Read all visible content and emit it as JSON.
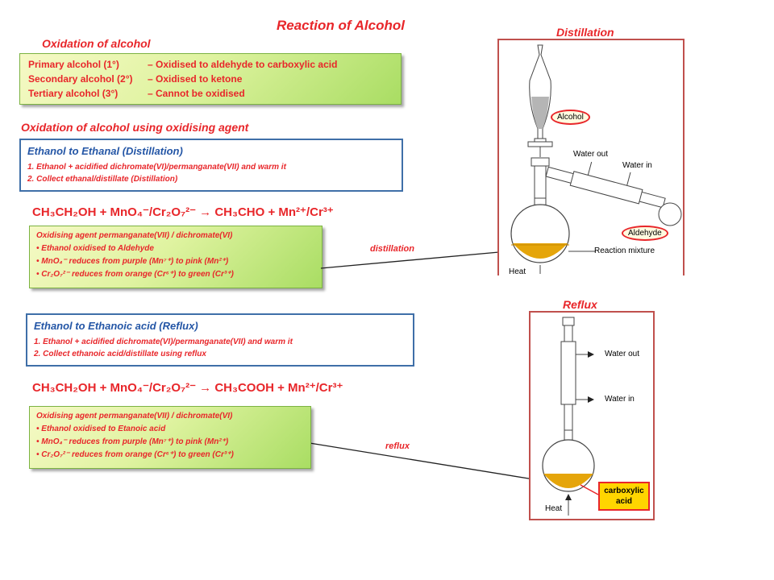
{
  "title": "Reaction of Alcohol",
  "oxidation": {
    "heading": "Oxidation of alcohol",
    "rows": [
      {
        "left": "Primary alcohol (1°)",
        "right": "–  Oxidised to aldehyde to carboxylic acid"
      },
      {
        "left": "Secondary alcohol (2°)",
        "right": "–  Oxidised to ketone"
      },
      {
        "left": "Tertiary alcohol (3°)",
        "right": "–  Cannot be oxidised"
      }
    ]
  },
  "agent_heading": "Oxidation of alcohol using oxidising agent",
  "distillation_box": {
    "title": "Ethanol to Ethanal (Distillation)",
    "steps": [
      "1.    Ethanol + acidified dichromate(VI)/permanganate(VII) and warm it",
      "2.    Collect ethanal/distillate (Distillation)"
    ]
  },
  "equation1": {
    "lhs": "CH₃CH₂OH  + MnO₄⁻/Cr₂O₇²⁻",
    "arrow": "→",
    "rhs": "CH₃CHO  +  Mn²⁺/Cr³⁺"
  },
  "note1": {
    "title": "Oxidising agent permanganate(VII) / dichromate(VI)",
    "lines": [
      "• Ethanol oxidised to Aldehyde",
      "• MnO₄⁻ reduces from purple (Mn⁷⁺) to pink (Mn²⁺)",
      "• Cr₂O₇²⁻ reduces from orange (Cr⁶⁺) to green (Cr³⁺)"
    ]
  },
  "arrow1_label": "distillation",
  "reflux_box": {
    "title": "Ethanol to Ethanoic acid (Reflux)",
    "steps": [
      "1.    Ethanol +  acidified dichromate(VI)/permanganate(VII) and warm it",
      "2.    Collect ethanoic acid/distillate using reflux"
    ]
  },
  "equation2": {
    "lhs": "CH₃CH₂OH  + MnO₄⁻/Cr₂O₇²⁻",
    "arrow": "→",
    "rhs": "CH₃COOH  +  Mn²⁺/Cr³⁺"
  },
  "note2": {
    "title": "Oxidising agent permanganate(VII) / dichromate(VI)",
    "lines": [
      "• Ethanol oxidised to Etanoic acid",
      "• MnO₄⁻ reduces from purple (Mn⁷⁺) to pink (Mn²⁺)",
      "• Cr₂O₇²⁻ reduces from orange (Cr⁶⁺) to green (Cr³⁺)"
    ]
  },
  "arrow2_label": "reflux",
  "distill_diagram": {
    "title": "Distillation",
    "alcohol_label": "Alcohol",
    "water_out": "Water out",
    "water_in": "Water in",
    "aldehyde_label": "Aldehyde",
    "mixture_label": "Reaction mixture",
    "heat_label": "Heat"
  },
  "reflux_diagram": {
    "title": "Reflux",
    "water_out": "Water out",
    "water_in": "Water in",
    "heat_label": "Heat",
    "product_label": "carboxylic acid"
  },
  "colors": {
    "accent_red": "#e8262a",
    "box_blue": "#3f6fa8",
    "liquid": "#e5a50a"
  }
}
